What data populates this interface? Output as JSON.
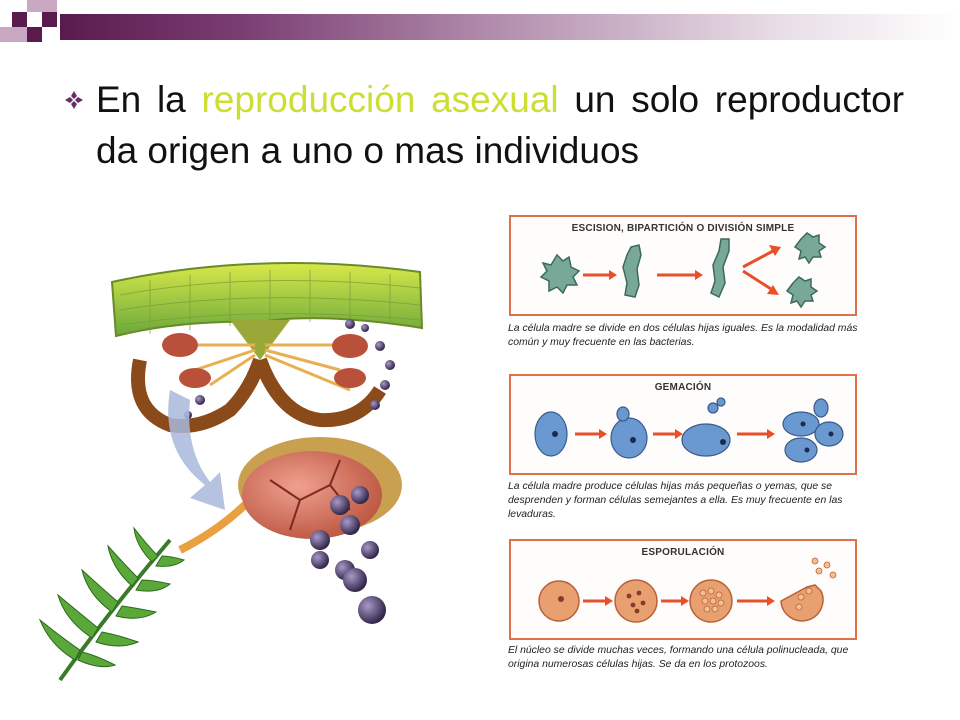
{
  "bullet": {
    "icon": "diamond-bullet-icon",
    "text_before": "En la",
    "highlight": "reproducción asexual",
    "text_after": "un solo reproductor da origen a uno o mas individuos",
    "highlight_color": "#ccdd33"
  },
  "panels": [
    {
      "title": "ESCISION, BIPARTICIÓN O DIVISIÓN SIMPLE",
      "caption": "La célula madre se divide en dos células hijas iguales. Es la modalidad más común y muy frecuente en las bacterias."
    },
    {
      "title": "GEMACIÓN",
      "caption": "La célula madre produce células hijas más pequeñas o yemas, que se desprenden y forman células semejantes a ella. Es muy frecuente en las levaduras."
    },
    {
      "title": "ESPORULACIÓN",
      "caption": "El núcleo se divide muchas veces, formando una célula polinucleada, que origina numerosas células hijas. Se da en los protozoos."
    }
  ],
  "colors": {
    "banner": "#5a1a4e",
    "panel_border": "#e0704a",
    "arrow": "#e8502a"
  }
}
